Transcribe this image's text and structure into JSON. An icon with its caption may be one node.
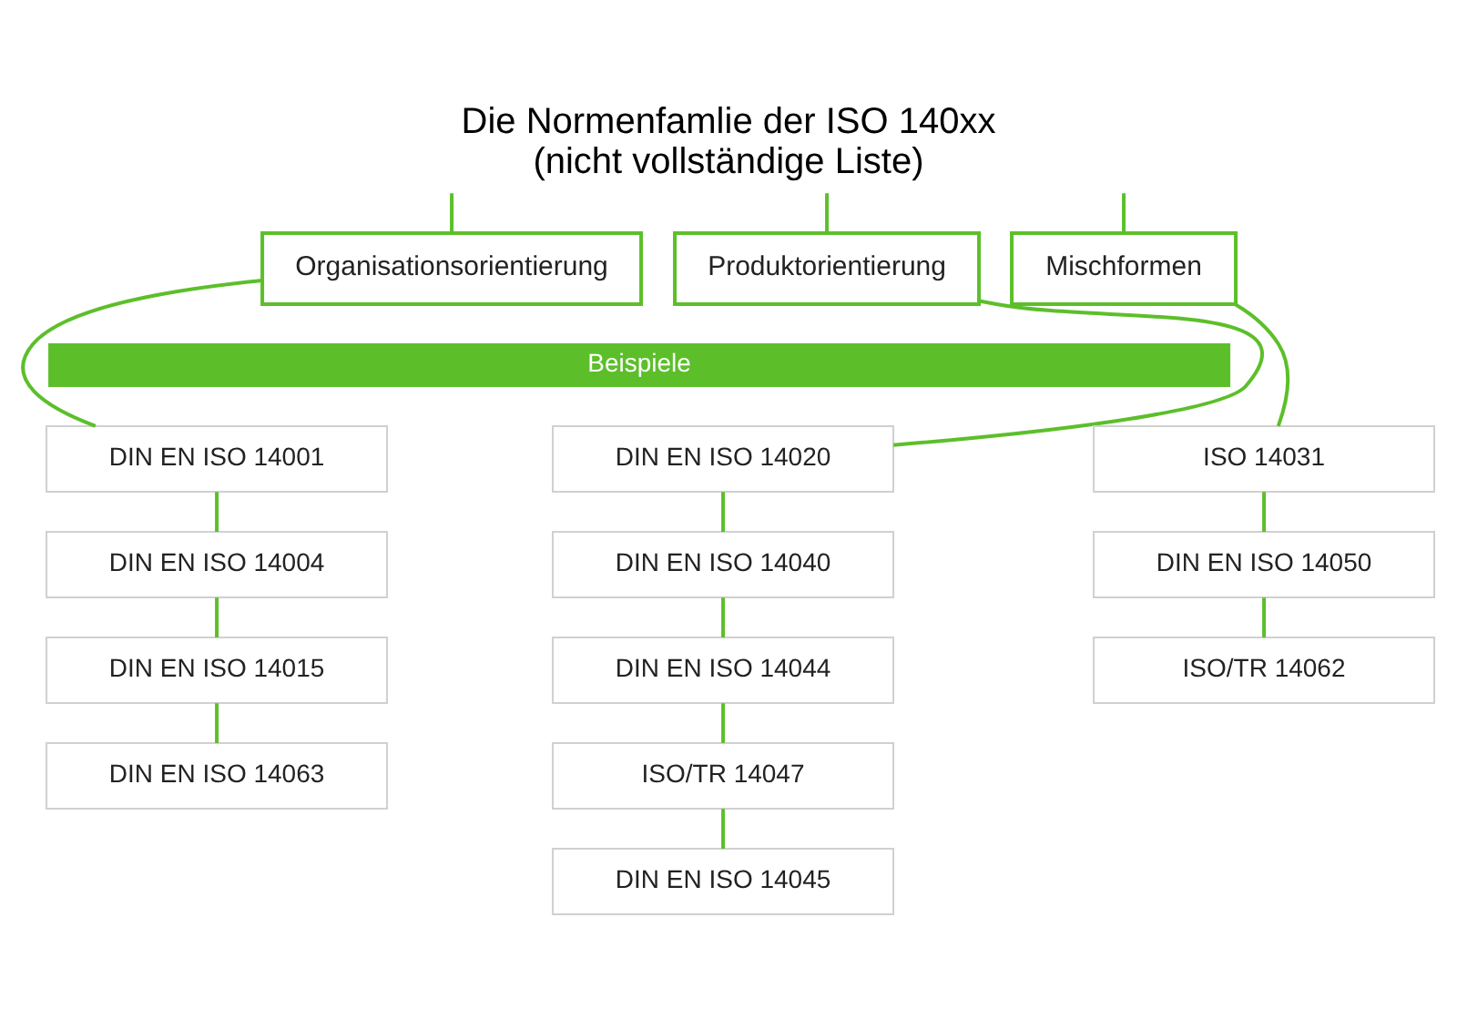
{
  "diagram": {
    "title": "Die Normenfamlie der ISO 140xx",
    "caption": "(nicht vollständige Liste)",
    "nodes": [
      {
        "text": [
          "Organisationsorientierung"
        ]
      },
      {
        "text": [
          "Produktorientierung"
        ]
      },
      {
        "text": [
          "Mischformen"
        ]
      },
      {
        "text": [
          "Beispiele"
        ]
      },
      {
        "text": [
          "DIN EN ISO 14001"
        ]
      },
      {
        "text": [
          "DIN EN ISO 14004"
        ]
      },
      {
        "text": [
          "DIN EN ISO 14015"
        ]
      },
      {
        "text": [
          "DIN EN ISO 14063"
        ]
      },
      {
        "text": [
          "DIN EN ISO 14020"
        ]
      },
      {
        "text": [
          "DIN EN ISO 14040"
        ]
      },
      {
        "text": [
          "DIN EN ISO 14044"
        ]
      },
      {
        "text": [
          "ISO/TR 14047"
        ]
      },
      {
        "text": [
          "DIN EN ISO 14045"
        ]
      },
      {
        "text": [
          "ISO 14031"
        ]
      },
      {
        "text": [
          "DIN EN ISO 14050"
        ]
      },
      {
        "text": [
          "ISO/TR 14062"
        ]
      }
    ],
    "edges": [
      {
        "from": null,
        "to": 0,
        "arrow": "none"
      },
      {
        "from": null,
        "to": 1,
        "arrow": "none"
      },
      {
        "from": null,
        "to": 2,
        "arrow": "none"
      },
      {
        "from": 0,
        "to": 4,
        "arrow": "none"
      },
      {
        "from": 4,
        "to": 5,
        "arrow": "none"
      },
      {
        "from": 5,
        "to": 6,
        "arrow": "none"
      },
      {
        "from": 6,
        "to": 7,
        "arrow": "none"
      },
      {
        "from": 1,
        "to": 8,
        "arrow": "none"
      },
      {
        "from": 8,
        "to": 9,
        "arrow": "none"
      },
      {
        "from": 9,
        "to": 10,
        "arrow": "none"
      },
      {
        "from": 10,
        "to": 11,
        "arrow": "none"
      },
      {
        "from": 11,
        "to": 12,
        "arrow": "none"
      },
      {
        "from": 2,
        "to": 13,
        "arrow": "none"
      },
      {
        "from": 13,
        "to": 14,
        "arrow": "none"
      },
      {
        "from": 14,
        "to": 15,
        "arrow": "none"
      }
    ]
  }
}
